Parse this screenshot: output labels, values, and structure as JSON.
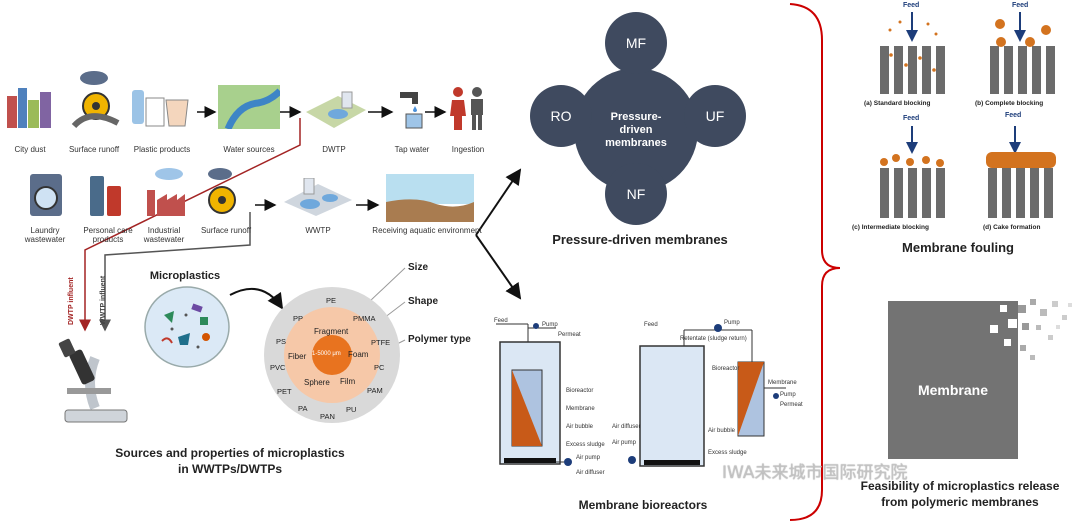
{
  "sources_row1": [
    "City dust",
    "Surface runoff",
    "Plastic products",
    "Water sources",
    "DWTP",
    "Tap water",
    "Ingestion"
  ],
  "sources_row2": [
    "Laundry\nwastewater",
    "Personal care\nproducts",
    "Industrial\nwastewater",
    "Surface runoff",
    "WWTP",
    "Receiving aquatic environment"
  ],
  "influent": {
    "dwtp": "DWTP influent",
    "wwtp": "WWTP influent"
  },
  "microplastics_label": "Microplastics",
  "properties": {
    "size": "Size",
    "shape": "Shape",
    "polymer": "Polymer type"
  },
  "ring": {
    "center": "1-5000 μm",
    "shapes": [
      "Fragment",
      "Foam",
      "Film",
      "Sphere",
      "Fiber"
    ],
    "polymers": [
      "PE",
      "PMMA",
      "PTFE",
      "PC",
      "PAM",
      "PU",
      "PAN",
      "PA",
      "PET",
      "PVC",
      "PS",
      "PP"
    ]
  },
  "sources_title": "Sources and properties of microplastics\nin WWTPs/DWTPs",
  "membranes": {
    "center": "Pressure-\ndriven\nmembranes",
    "top": "MF",
    "left": "RO",
    "right": "UF",
    "bottom": "NF",
    "title": "Pressure-driven membranes"
  },
  "mbr": {
    "title": "Membrane bioreactors",
    "left_labels": [
      "Feed",
      "Pump",
      "Permeat",
      "Bioreactor",
      "Membrane",
      "Air bubble",
      "Excess sludge",
      "Air pump",
      "Air diffuser"
    ],
    "right_labels": [
      "Feed",
      "Pump",
      "Retentate (sludge return)",
      "Bioreactor",
      "Membrane",
      "Pump",
      "Permeat",
      "Air bubble",
      "Excess sludge",
      "Air diffuser",
      "Air pump"
    ]
  },
  "fouling": {
    "feed": "Feed",
    "captions": [
      "(a) Standard blocking",
      "(b) Complete blocking",
      "(c) Intermediate blocking",
      "(d) Cake formation"
    ],
    "title": "Membrane fouling"
  },
  "release": {
    "membrane_label": "Membrane",
    "title": "Feasibility of microplastics release\nfrom polymeric membranes"
  },
  "watermark": "IWA未来城市国际研究院",
  "colors": {
    "node": "#3f4a5f",
    "membrane_orange": "#c85a18",
    "membrane_blue": "#aec3e0",
    "bracket": "#cc0000",
    "influent_dwtp": "#a32424",
    "influent_wwtp": "#555555"
  }
}
